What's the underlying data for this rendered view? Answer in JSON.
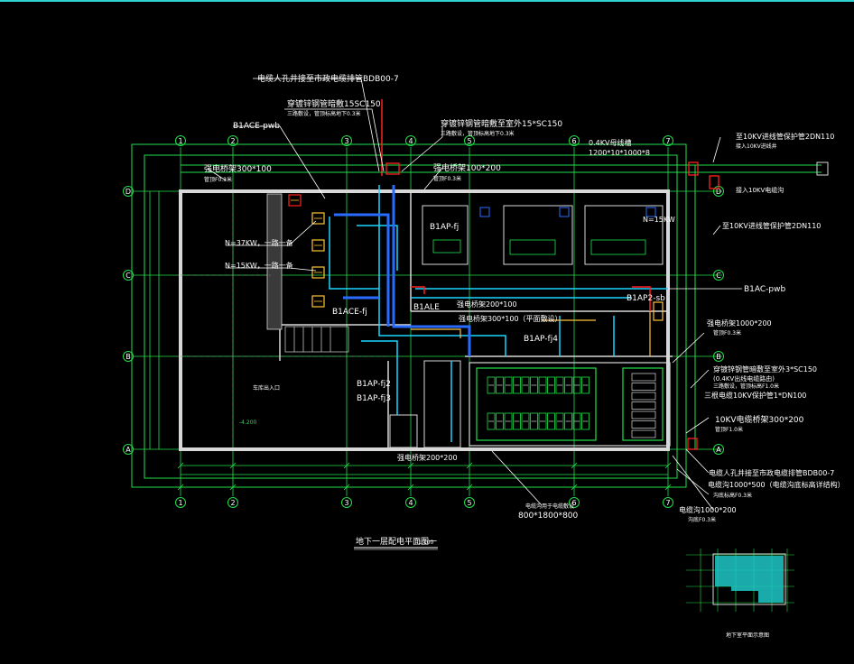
{
  "colors": {
    "background": "#000000",
    "wall": "#d8d8d8",
    "grid": "#21e04a",
    "label_white": "#ffffff",
    "cable_cyan": "#1ad6ff",
    "cable_blue": "#2a6bff",
    "red": "#ff2020",
    "yellow": "#ffc33a",
    "hatch": "#1fc8c8"
  },
  "axes": {
    "columns": [
      "1",
      "2",
      "3",
      "4",
      "5",
      "6",
      "7"
    ],
    "rows": [
      "D",
      "C",
      "B",
      "A"
    ]
  },
  "drawing": {
    "title": "地下一层配电平面图一",
    "scale": "1:100",
    "key_plan_caption": "地下室平面示意图"
  },
  "labels": {
    "top_cable": "电缆人孔井接至市政电缆排管BDB00-7",
    "sc150_left": "穿镀锌钢管暗敷15SC150",
    "sc150_left_note": "三路敷设，管顶标高地下0.3米",
    "sc150_mid": "穿镀锌钢管暗敷至室外15*SC150",
    "sc150_mid_note": "三路敷设，管顶标高地下0.3米",
    "tray_top": "强电桥架100*200",
    "tray_top_note": "管顶F0.3米",
    "b1ace_pwb": "B1ACE-pwb",
    "tray_left": "强电桥架300*100",
    "tray_left_note": "管顶F0.3米",
    "n_left1": "N=37KW，一路一备",
    "n_left2": "N=15KW，一路一备",
    "b1ace_fj": "B1ACE-fj",
    "b1ale": "B1ALE",
    "b1ap_fj": "B1AP-fj",
    "b1ap_fj4": "B1AP-fj4",
    "b1ap_fj2": "B1AP-fj2",
    "b1ap_fj3": "B1AP-fj3",
    "b1ap2_sb": "B1AP2-sb",
    "b1ac_pwb": "B1AC-pwb",
    "tray_mid1": "强电桥架200*100",
    "tray_mid2": "强电桥架300*100（平面敷设）",
    "tray_bottom_left": "强电桥架200*200",
    "transformer_note": "0.4KV母线槽",
    "busway": "1200*10*1000*8",
    "n_right": "N=15KW",
    "dn110_top": "至10KV进线管保护管2DN110",
    "dn110_top_note": "接入10KV进线井",
    "cable_10kv_box": "接入10KV电缆沟",
    "dn110_mid": "至10KV进线管保护管2DN110",
    "tray_right1": "强电桥架1000*200",
    "tray_right1_note": "管顶F0.3米",
    "sc150_right": "穿镀锌钢管暗敷至室外3*SC150",
    "sc150_right_note": "(0.4KV出线电缆路由)",
    "sc150_right_note2": "三路敷设，管顶标高F1.0米",
    "dn100_right": "三根电缆10KV保护管1*DN100",
    "tray_10kv": "10KV电缆桥架300*200",
    "tray_10kv_note": "管顶F1.0米",
    "cable_right_bottom": "电缆人孔井接至市政电缆排管BDB00-7",
    "trench_right": "电缆沟1000*500（电缆沟底标高详结构）",
    "trench_right_note": "沟底标高F0.3米",
    "trench_bottom": "电缆沟1000*200",
    "trench_bottom_note": "沟底F0.3米",
    "trench_center": "电缆沟用于电缆敷设",
    "trench_center_dim": "800*1800*800",
    "room_left": "车库出入口",
    "elev_left": "-4.200"
  }
}
